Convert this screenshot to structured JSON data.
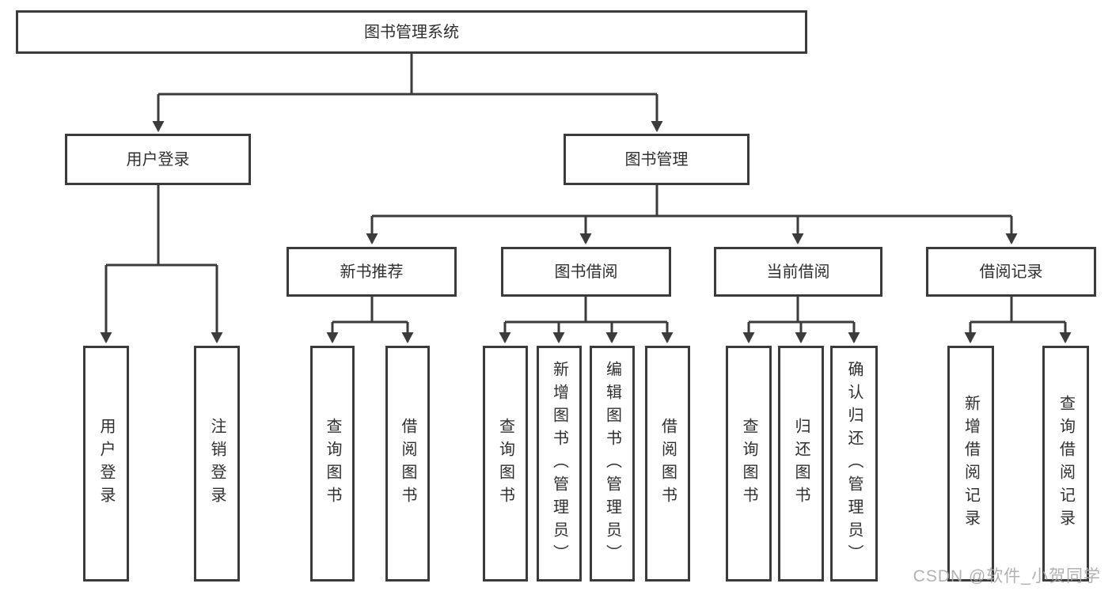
{
  "diagram": {
    "title": "图书管理系统",
    "type": "hierarchy-tree",
    "colors": {
      "line": "#3b3b3b",
      "box_border": "#3b3b3b",
      "box_fill": "#ffffff",
      "text": "#2f2f2f",
      "watermark": "#a9a9a9",
      "background": "#ffffff"
    },
    "nodes": {
      "root": {
        "label": "图书管理系统"
      },
      "user_login": {
        "label": "用户登录"
      },
      "book_management": {
        "label": "图书管理"
      },
      "new_book_recommend": {
        "label": "新书推荐"
      },
      "book_borrowing": {
        "label": "图书借阅"
      },
      "current_borrowing": {
        "label": "当前借阅"
      },
      "borrowing_records": {
        "label": "借阅记录"
      },
      "leaf_user_login": {
        "label": "用户登录"
      },
      "leaf_logout_login": {
        "label": "注销登录"
      },
      "leaf_nbr_query_books": {
        "label": "查询图书"
      },
      "leaf_nbr_borrow_books": {
        "label": "借阅图书"
      },
      "leaf_bb_query_books": {
        "label": "查询图书"
      },
      "leaf_bb_add_books": {
        "label": "新增图书（管理员）"
      },
      "leaf_bb_edit_books": {
        "label": "编辑图书（管理员）"
      },
      "leaf_bb_borrow_books": {
        "label": "借阅图书"
      },
      "leaf_cb_query_books": {
        "label": "查询图书"
      },
      "leaf_cb_return_books": {
        "label": "归还图书"
      },
      "leaf_cb_confirm_return": {
        "label": "确认归还（管理员）"
      },
      "leaf_br_add_record": {
        "label": "新增借阅记录"
      },
      "leaf_br_query_record": {
        "label": "查询借阅记录"
      }
    },
    "edges": [
      [
        "root",
        "user_login"
      ],
      [
        "root",
        "book_management"
      ],
      [
        "user_login",
        "leaf_user_login"
      ],
      [
        "user_login",
        "leaf_logout_login"
      ],
      [
        "book_management",
        "new_book_recommend"
      ],
      [
        "book_management",
        "book_borrowing"
      ],
      [
        "book_management",
        "current_borrowing"
      ],
      [
        "book_management",
        "borrowing_records"
      ],
      [
        "new_book_recommend",
        "leaf_nbr_query_books"
      ],
      [
        "new_book_recommend",
        "leaf_nbr_borrow_books"
      ],
      [
        "book_borrowing",
        "leaf_bb_query_books"
      ],
      [
        "book_borrowing",
        "leaf_bb_add_books"
      ],
      [
        "book_borrowing",
        "leaf_bb_edit_books"
      ],
      [
        "book_borrowing",
        "leaf_bb_borrow_books"
      ],
      [
        "current_borrowing",
        "leaf_cb_query_books"
      ],
      [
        "current_borrowing",
        "leaf_cb_return_books"
      ],
      [
        "current_borrowing",
        "leaf_cb_confirm_return"
      ],
      [
        "borrowing_records",
        "leaf_br_add_record"
      ],
      [
        "borrowing_records",
        "leaf_br_query_record"
      ]
    ],
    "watermark": "CSDN @软件_小贺同学"
  }
}
